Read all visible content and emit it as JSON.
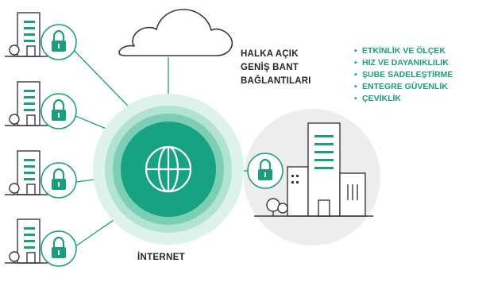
{
  "connection_label": {
    "line1": "HALKA AÇIK",
    "line2": "GENİŞ BANT",
    "line3": "BAĞLANTILARI"
  },
  "benefits": [
    "ETKİNLİK VE ÖLÇEK",
    "HIZ VE DAYANIKLILIK",
    "ŞUBE SADELEŞTİRME",
    "ENTEGRE GÜVENLİK",
    "ÇEVİKLİK"
  ],
  "bullet": "•",
  "internet_label": "İNTERNET",
  "icons": {
    "cloud": "cloud-icon",
    "globe": "globe-icon",
    "lock": "lock-icon",
    "branch": "branch-building-icon",
    "hq": "headquarters-building-icon"
  },
  "colors": {
    "accent": "#1a9e7c",
    "globe_core": "#17a383",
    "ring_inner": "#7ccfb4",
    "ring_mid": "#b2e3d2",
    "ring_outer": "#dcf2ea",
    "lock_fill": "#1a9e7c",
    "line": "#3a3a3a",
    "hq_circle": "#ededed",
    "building_fill": "#ffffff"
  }
}
